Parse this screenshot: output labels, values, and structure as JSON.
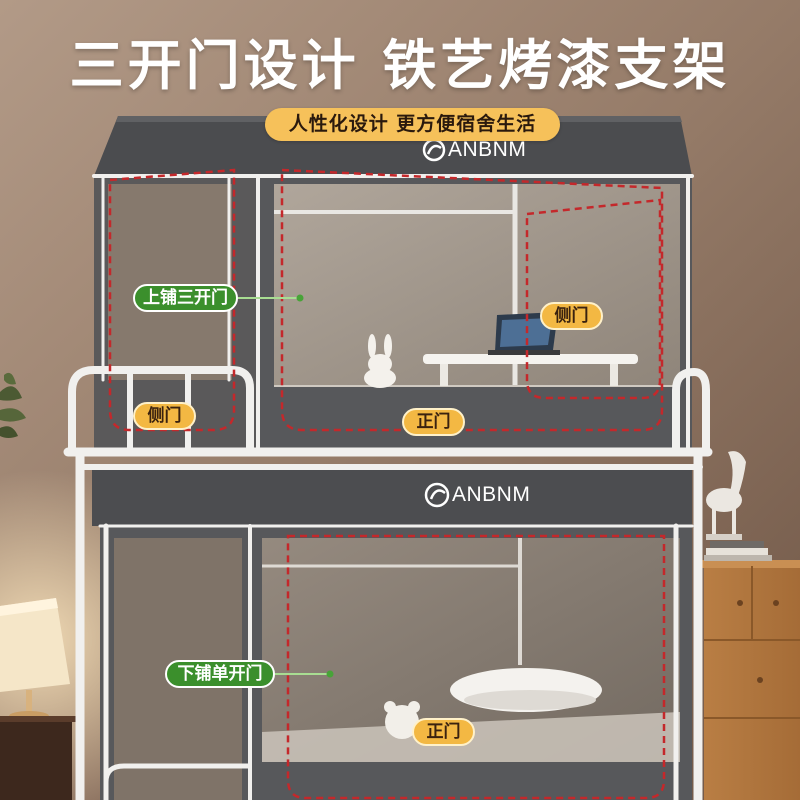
{
  "headline": {
    "title": "三开门设计 铁艺烤漆支架",
    "subtitle": "人性化设计 更方便宿舍生活"
  },
  "brand": {
    "upper_canopy_logo": "ANBNM",
    "lower_canopy_logo": "ANBNM",
    "logo_icon": "anbnm-logo-icon"
  },
  "callouts": {
    "upper_bunk": "上铺三开门",
    "upper_right_side_door": "侧门",
    "upper_left_side_door": "侧门",
    "upper_front_door": "正门",
    "lower_bunk": "下铺单开门",
    "lower_front_door": "正门"
  },
  "colors": {
    "title_text": "#ffffff",
    "subtitle_pill": "#f6c15a",
    "green_label": "#3b8f2c",
    "orange_label": "#f3b843",
    "door_outline": "#c4282b",
    "tent_fabric": "#57585b",
    "frame": "#f1f0ee"
  }
}
